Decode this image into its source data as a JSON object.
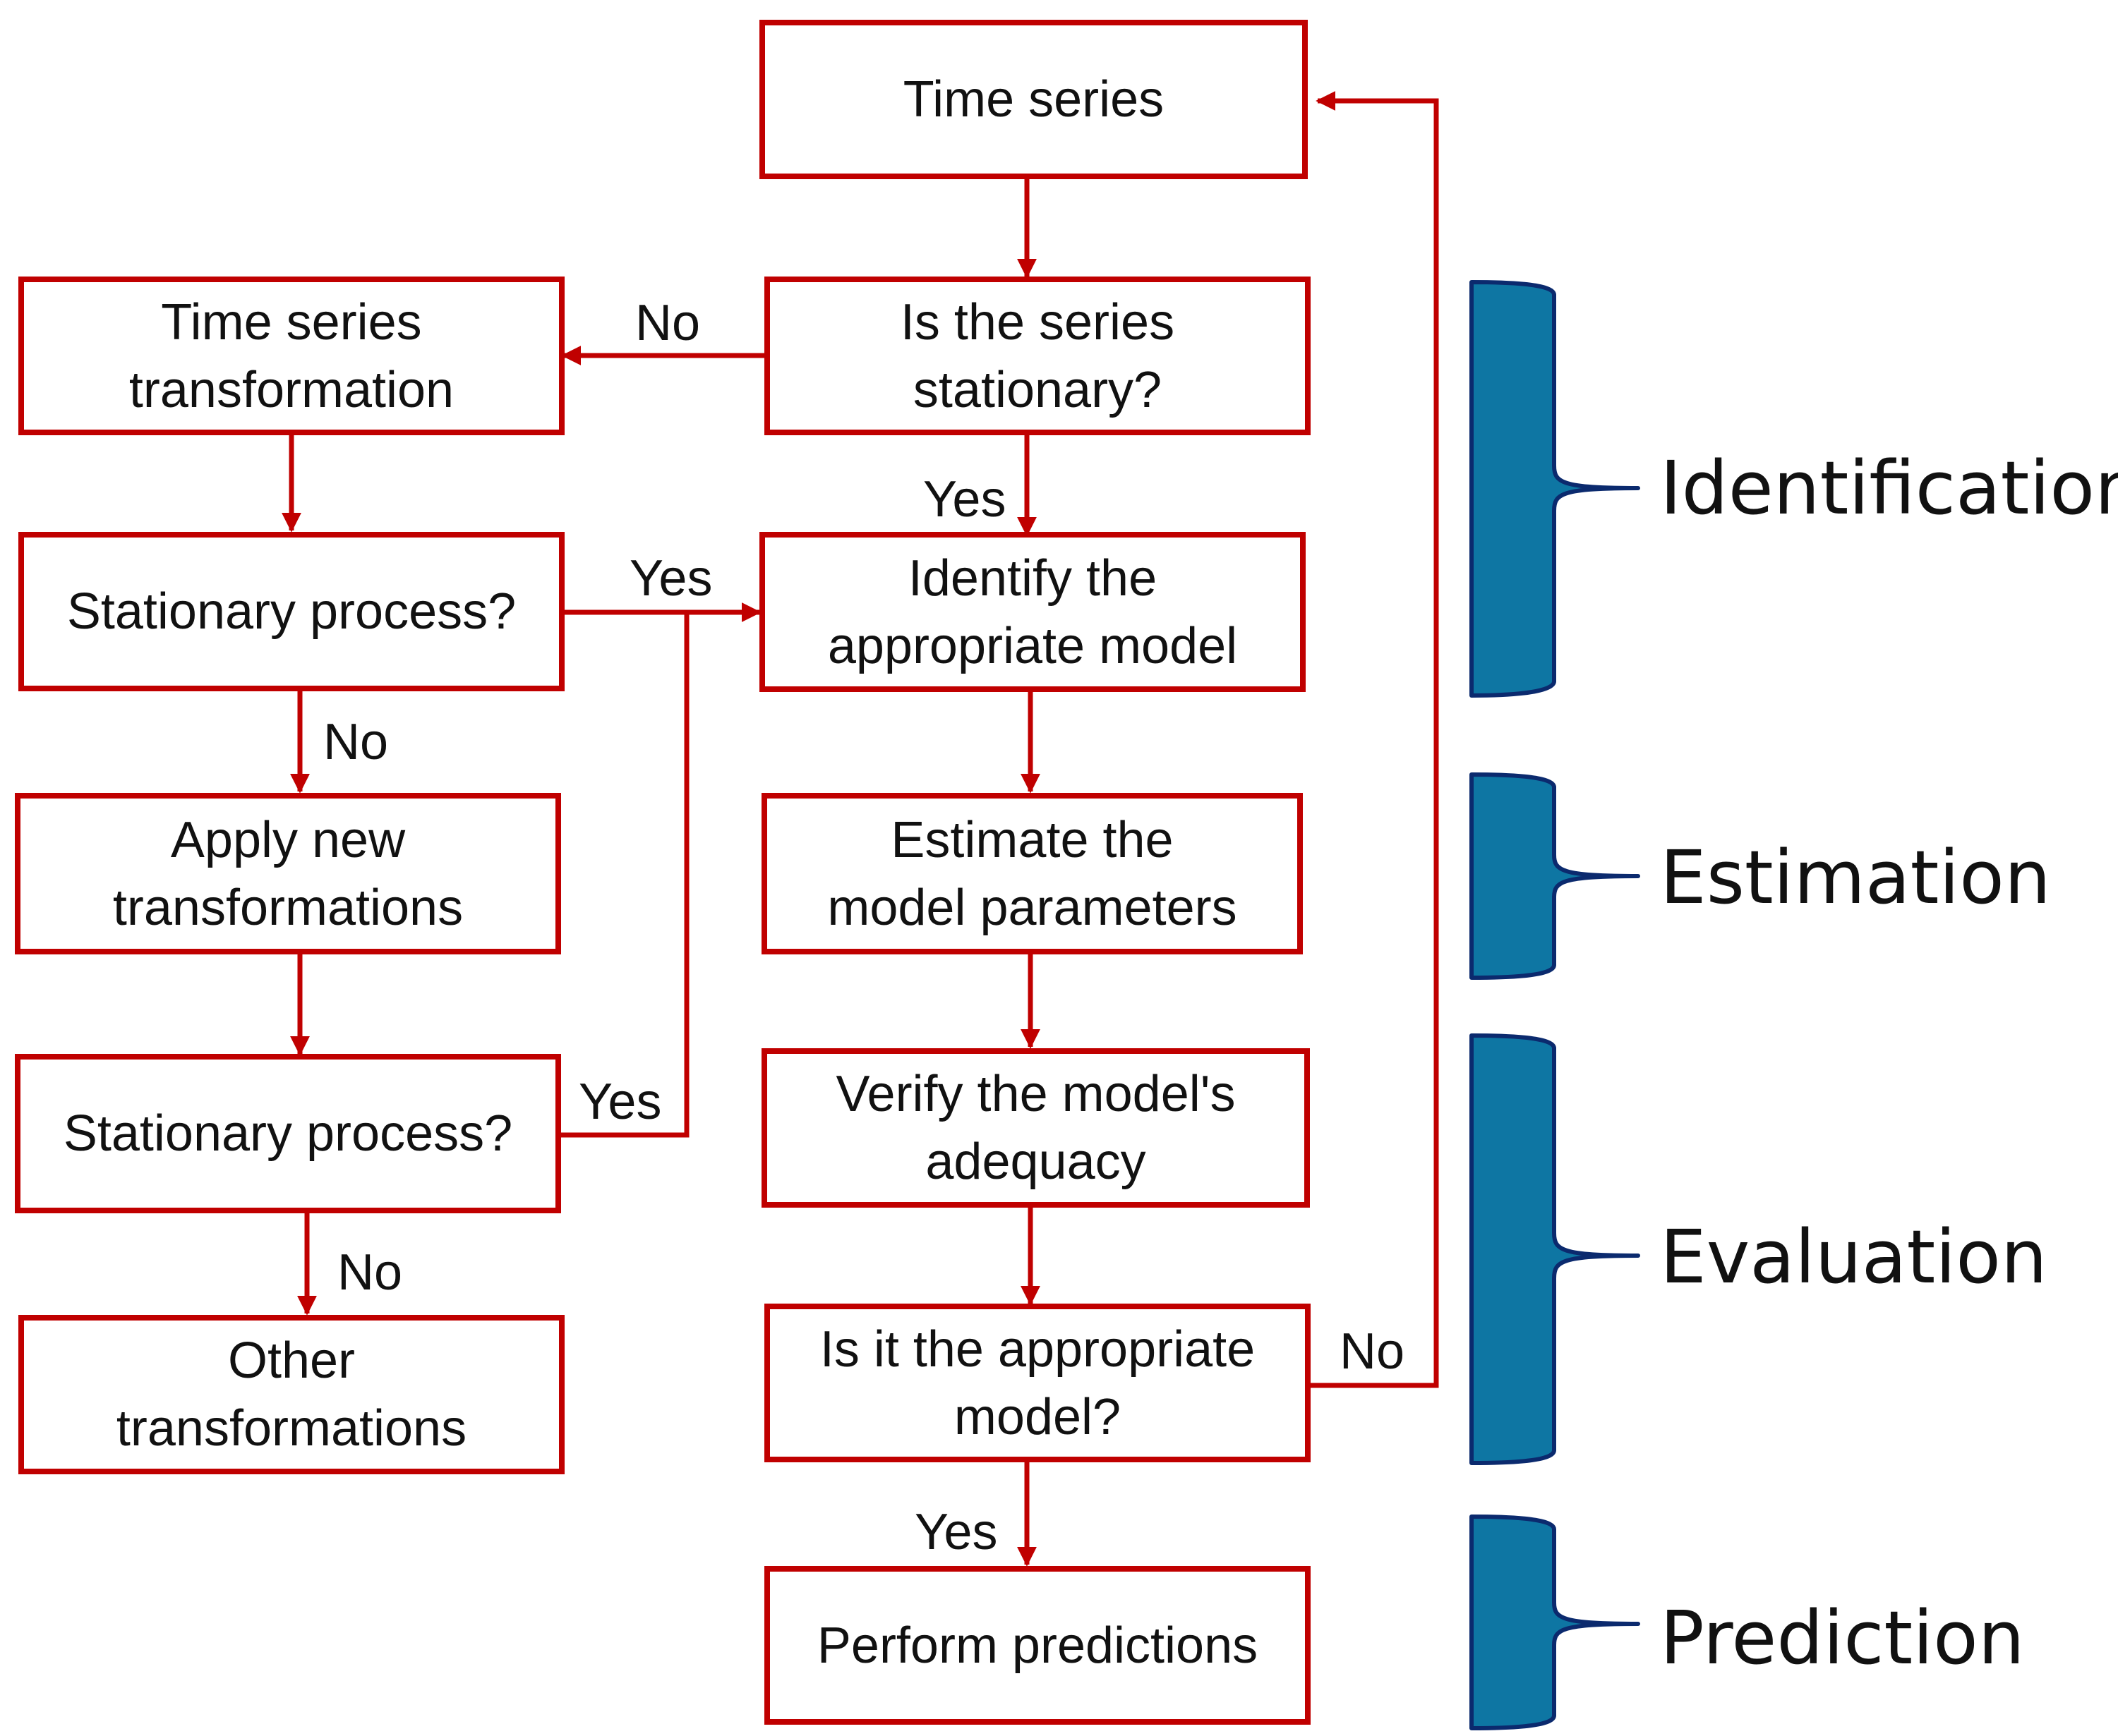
{
  "colors": {
    "stroke": "#c00000",
    "brace_fill": "#0e76a3",
    "brace_stroke": "#0b2a6e",
    "text": "#111111"
  },
  "boxes": {
    "time_series": [
      "Time series"
    ],
    "is_stationary": [
      "Is the series",
      "stationary?"
    ],
    "ts_transformation": [
      "Time series",
      "transformation"
    ],
    "stationary_process_1": [
      "Stationary process?"
    ],
    "identify_model": [
      "Identify the",
      "appropriate model"
    ],
    "apply_new": [
      "Apply new",
      "transformations"
    ],
    "estimate_params": [
      "Estimate the",
      "model parameters"
    ],
    "stationary_process_2": [
      "Stationary process?"
    ],
    "verify_adequacy": [
      "Verify the model's",
      "adequacy"
    ],
    "other_transformations": [
      "Other",
      "transformations"
    ],
    "is_appropriate": [
      "Is it the appropriate",
      "model?"
    ],
    "perform_predictions": [
      "Perform predictions"
    ]
  },
  "labels": {
    "no_to_transformation": "No",
    "yes_stationary_series": "Yes",
    "yes_stationary_1": "Yes",
    "no_stationary_1": "No",
    "yes_stationary_2": "Yes",
    "no_stationary_2": "No",
    "no_loop_back": "No",
    "yes_predictions": "Yes"
  },
  "phases": {
    "identification": "Identification",
    "estimation": "Estimation",
    "evaluation": "Evaluation",
    "prediction": "Prediction"
  }
}
